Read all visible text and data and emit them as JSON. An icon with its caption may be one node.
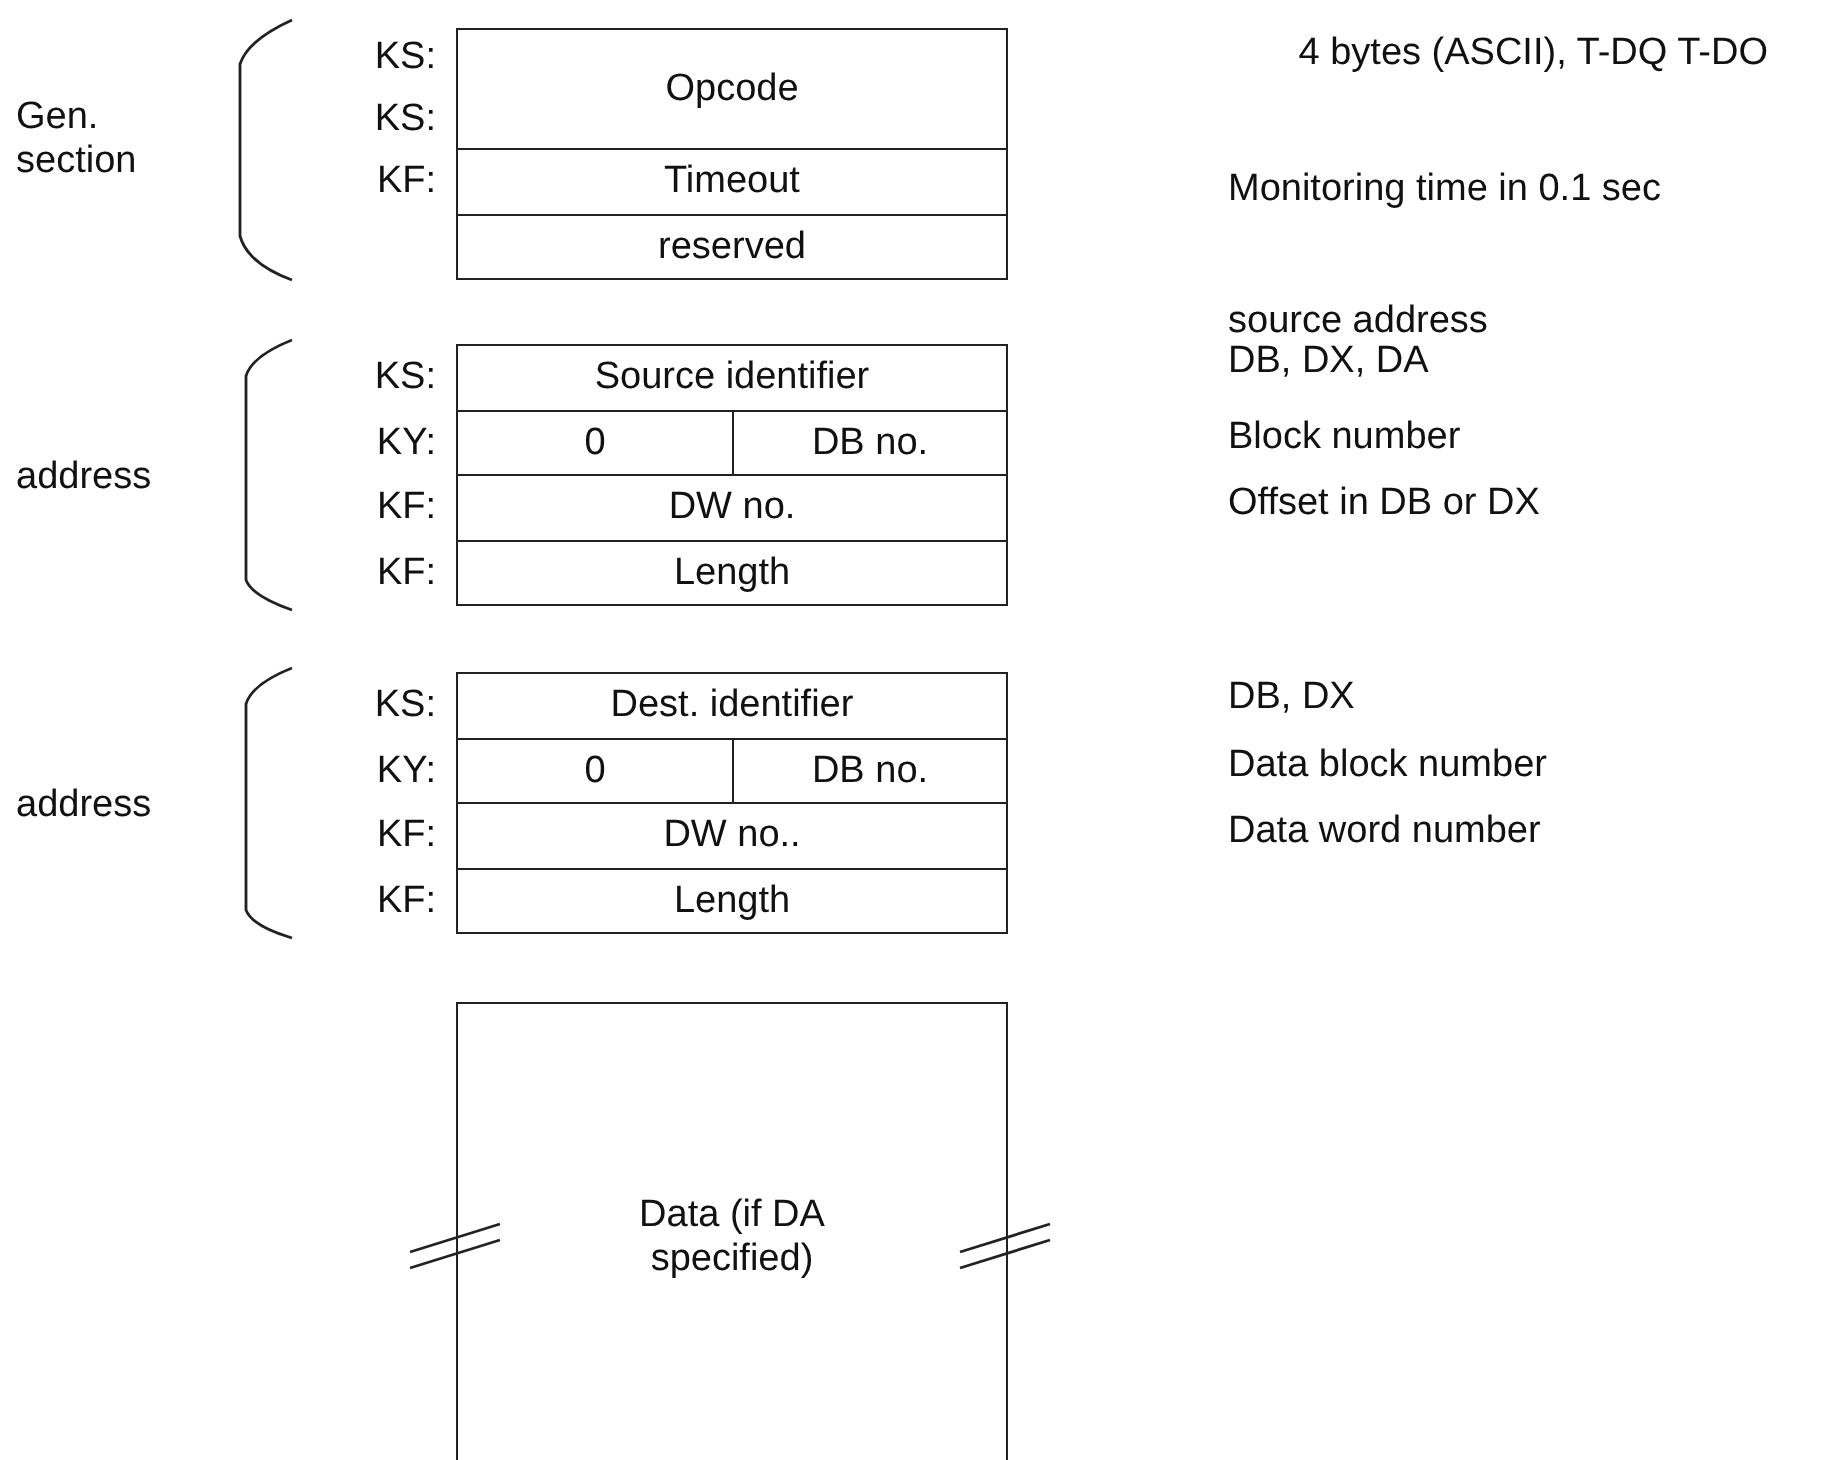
{
  "diagram": {
    "nodes": [
      {
        "text": [
          "Opcode"
        ],
        "beside": [
          "KS:",
          "KS:"
        ]
      },
      {
        "text": [
          "Timeout"
        ],
        "beside": [
          "KF:"
        ]
      },
      {
        "text": [
          "reserved"
        ]
      },
      {
        "text": [
          "Source identifier"
        ],
        "beside": [
          "KS:"
        ]
      },
      {
        "text": [
          "0"
        ],
        "beside": [
          "KY:"
        ]
      },
      {
        "text": [
          "DB no."
        ]
      },
      {
        "text": [
          "DW no."
        ],
        "beside": [
          "KF:"
        ]
      },
      {
        "text": [
          "Length"
        ],
        "beside": [
          "KF:"
        ]
      },
      {
        "text": [
          "Dest. identifier"
        ],
        "beside": [
          "KS:"
        ]
      },
      {
        "text": [
          "0"
        ],
        "beside": [
          "KY:"
        ]
      },
      {
        "text": [
          "DB no."
        ]
      },
      {
        "text": [
          "DW no.."
        ],
        "beside": [
          "KF:"
        ]
      },
      {
        "text": [
          "Length"
        ],
        "beside": [
          "KF:"
        ]
      },
      {
        "text": [
          "Data (if DA specified)"
        ]
      }
    ],
    "labels": [
      "Gen. section",
      "4 bytes (ASCII), T-DQ T-DO",
      "Monitoring time in 0.1 sec",
      "address",
      "source address",
      "DB, DX, DA",
      "Block number",
      "Offset in DB or DX",
      "address",
      "DB, DX",
      "Data block number",
      "Data word number"
    ]
  }
}
